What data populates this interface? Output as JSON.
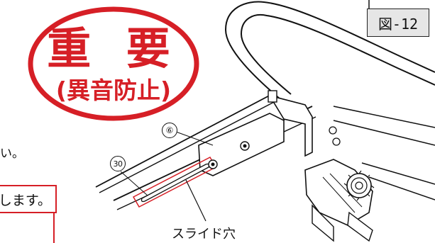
{
  "figure_label": "図-12",
  "badge": {
    "title": "重 要",
    "subtitle": "(異音防止)"
  },
  "body_text_fragment": "い。",
  "note_fragment": "します。",
  "callouts": {
    "part_6": "⑥",
    "part_30": "30"
  },
  "slot_label": "スライド穴",
  "colors": {
    "accent_red": "#d61f26",
    "figure_label_bg": "#e6e6e6",
    "line": "#111111"
  }
}
